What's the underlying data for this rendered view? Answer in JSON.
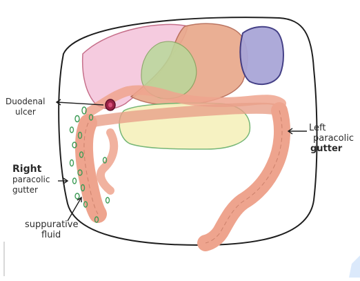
{
  "labels": {
    "duodenal_ulcer": [
      "Duodenal",
      "ulcer"
    ],
    "left_paracolic_gutter": [
      "Left",
      "paracolic",
      "gutter"
    ],
    "right_paracolic_gutter": [
      "Right",
      "paracolic",
      "gutter"
    ],
    "suppurative_fluid": [
      "suppurative",
      "fluid"
    ]
  },
  "colors": {
    "outline": "#1e1e1e",
    "liver": "#f4c6dc",
    "stomach": "#e9a98c",
    "gallbladder": "#b9d89a",
    "spleen": "#a9a6d8",
    "pancreas": "#f6f2bf",
    "colon": "#eea48e",
    "ulcer": "#9b2246",
    "fluid": "#3c9b55",
    "corner_mark": "#dbe9fb"
  }
}
